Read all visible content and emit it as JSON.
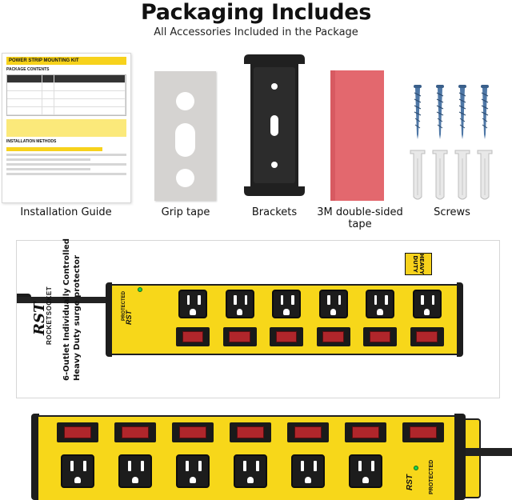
{
  "header": {
    "title": "Packaging Includes",
    "subtitle": "All Accessories Included in the Package"
  },
  "items": [
    {
      "label": "Installation Guide"
    },
    {
      "label": "Grip tape"
    },
    {
      "label": "Brackets"
    },
    {
      "label": "3M double-sided tape"
    },
    {
      "label": "Screws"
    }
  ],
  "guide": {
    "heading": "POWER STRIP MOUNTING KIT",
    "package_contents": "PACKAGE CONTENTS",
    "installation_methods": "INSTALLATION METHODS"
  },
  "product": {
    "brand_line1": "RST",
    "brand_line2": "ROCKETSOCKET",
    "protected_label": "PROTECTED",
    "badge_line1": "HEAVY",
    "badge_line2": "DUTY",
    "caption_line1": "6-Outlet Individually Controlled",
    "caption_line2": "Heavy Duty surge protector",
    "outlet_count": 6
  },
  "colors": {
    "strip_yellow": "#f7d71a",
    "switch_red": "#b0262b",
    "tape_red": "#e3686e",
    "led_green": "#1bd34a"
  }
}
